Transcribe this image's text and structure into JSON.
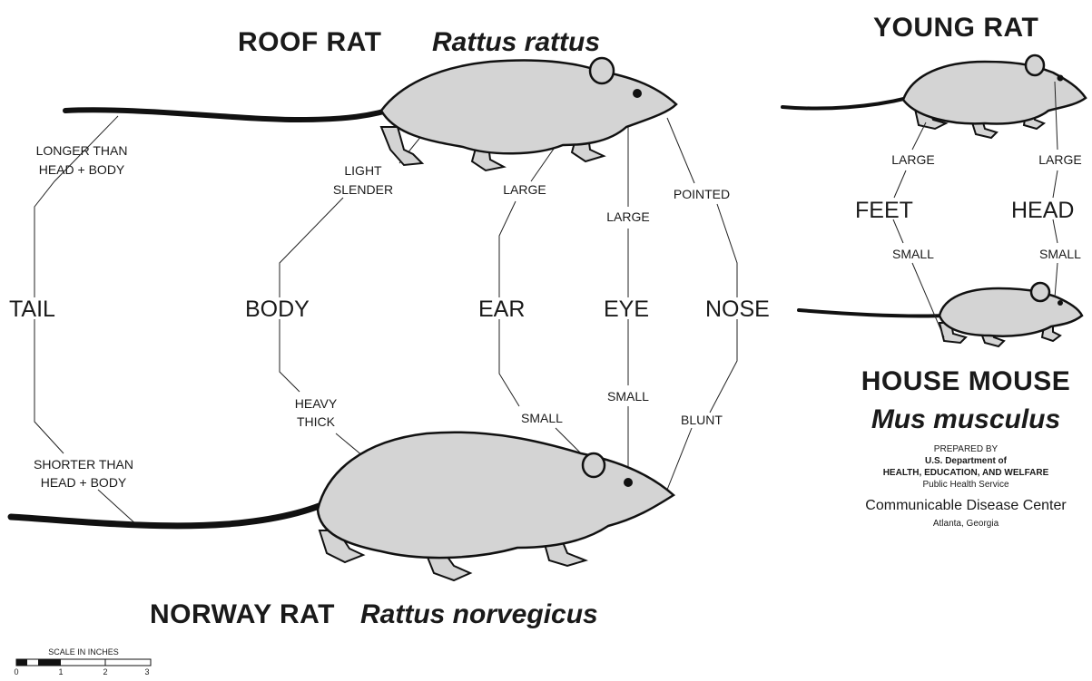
{
  "roof_rat": {
    "common": "ROOF RAT",
    "scientific": "Rattus rattus"
  },
  "norway_rat": {
    "common": "NORWAY RAT",
    "scientific": "Rattus norvegicus"
  },
  "young_rat": {
    "title": "YOUNG RAT"
  },
  "house_mouse": {
    "common": "HOUSE MOUSE",
    "scientific": "Mus musculus"
  },
  "features": {
    "tail": "TAIL",
    "body": "BODY",
    "ear": "EAR",
    "eye": "EYE",
    "nose": "NOSE",
    "feet": "FEET",
    "head": "HEAD"
  },
  "roof_traits": {
    "tail_line1": "LONGER THAN",
    "tail_line2": "HEAD + BODY",
    "body_line1": "LIGHT",
    "body_line2": "SLENDER",
    "ear": "LARGE",
    "eye": "LARGE",
    "nose": "POINTED"
  },
  "norway_traits": {
    "tail_line1": "SHORTER THAN",
    "tail_line2": "HEAD + BODY",
    "body_line1": "HEAVY",
    "body_line2": "THICK",
    "ear": "SMALL",
    "eye": "SMALL",
    "nose": "BLUNT"
  },
  "young_traits": {
    "feet": "LARGE",
    "head": "LARGE"
  },
  "mouse_traits": {
    "feet": "SMALL",
    "head": "SMALL"
  },
  "credits": {
    "line1": "PREPARED BY",
    "line2": "U.S. Department of",
    "line3": "HEALTH, EDUCATION, AND WELFARE",
    "line4": "Public Health Service",
    "line5": "Communicable Disease Center",
    "line6": "Atlanta, Georgia"
  },
  "scale": {
    "title": "SCALE IN INCHES",
    "ticks": [
      "0",
      "1",
      "2",
      "3"
    ]
  }
}
